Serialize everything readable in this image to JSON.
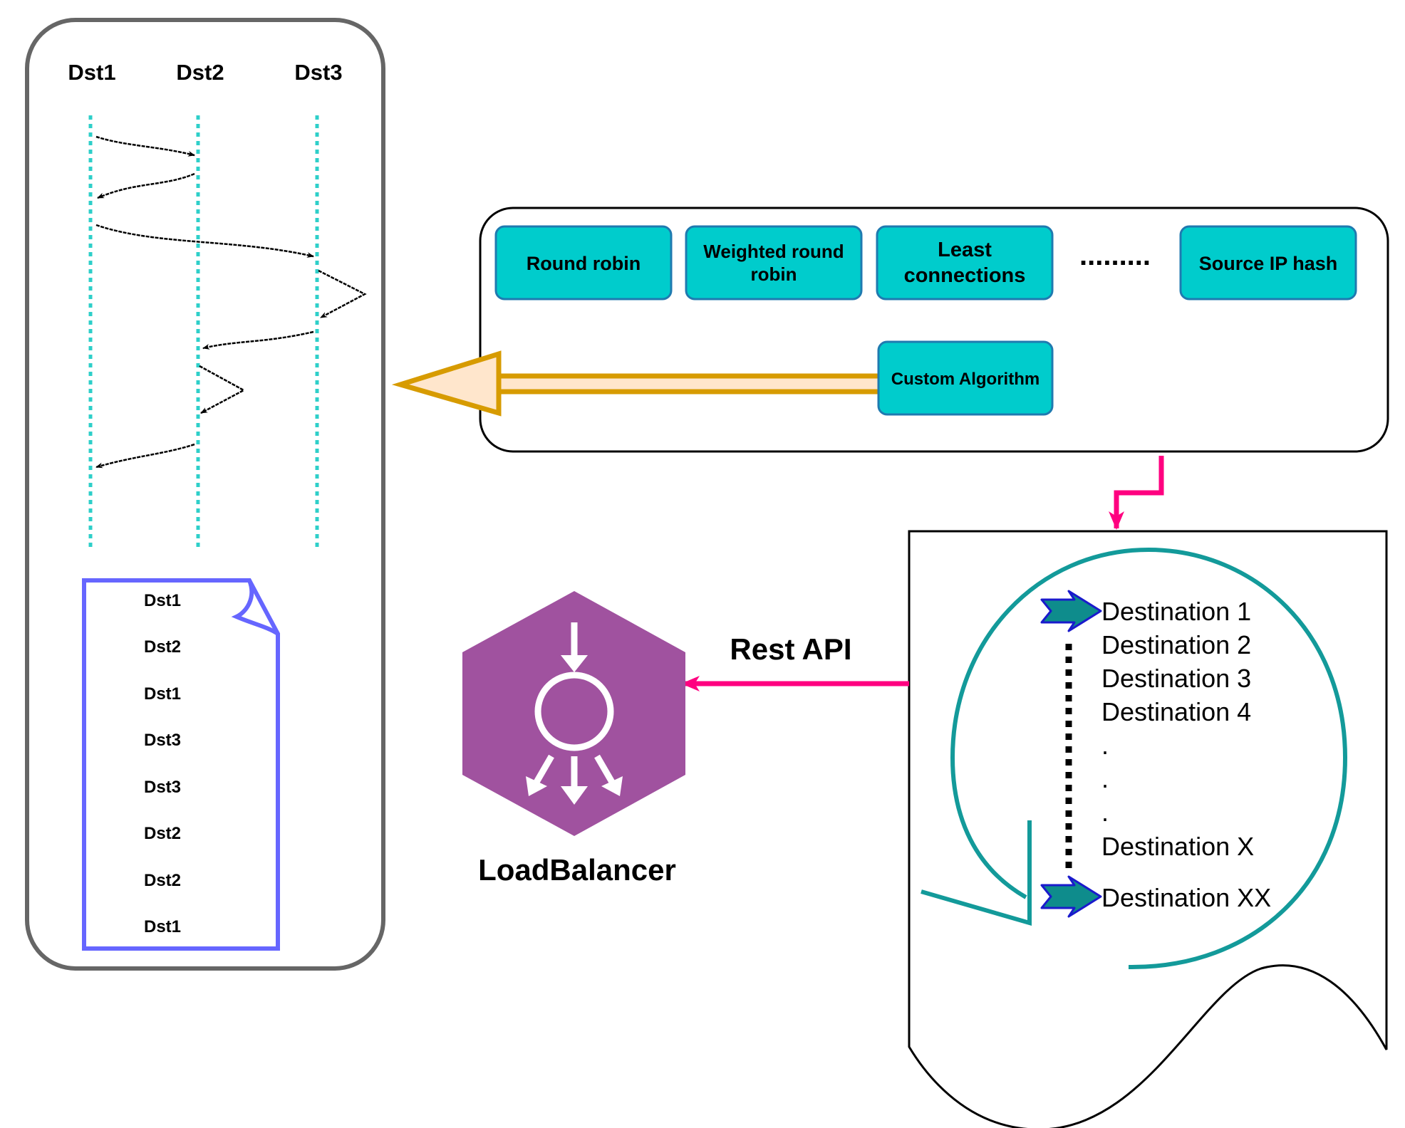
{
  "sequence_panel": {
    "columns": [
      "Dst1",
      "Dst2",
      "Dst3"
    ],
    "document_items": [
      "Dst1",
      "Dst2",
      "Dst1",
      "Dst3",
      "Dst3",
      "Dst2",
      "Dst2",
      "Dst1"
    ]
  },
  "algorithms": {
    "items": [
      "Round robin",
      "Weighted round robin",
      "Least connections",
      "Source IP hash",
      "Custom Algorithm"
    ],
    "ellipsis": "........."
  },
  "destinations": {
    "items": [
      "Destination 1",
      "Destination 2",
      "Destination 3",
      "Destination 4",
      ".",
      ".",
      ".",
      "Destination X",
      "Destination XX"
    ]
  },
  "connection": {
    "label": "Rest API"
  },
  "load_balancer": {
    "label": "LoadBalancer"
  },
  "colors": {
    "teal": "#00cccc",
    "dashed_line": "#2ecfc9",
    "algo_border": "#1f7ab0",
    "pink": "#ff0080",
    "gold": "#d79b00",
    "peach": "#ffe6cc",
    "doc_border": "#6666ff",
    "circle": "#139a9a",
    "arrow_fill": "#0e8c8c",
    "arrow_stroke": "#1a1acc",
    "hex_purple": "#a0529f",
    "panel_border": "#666666"
  }
}
